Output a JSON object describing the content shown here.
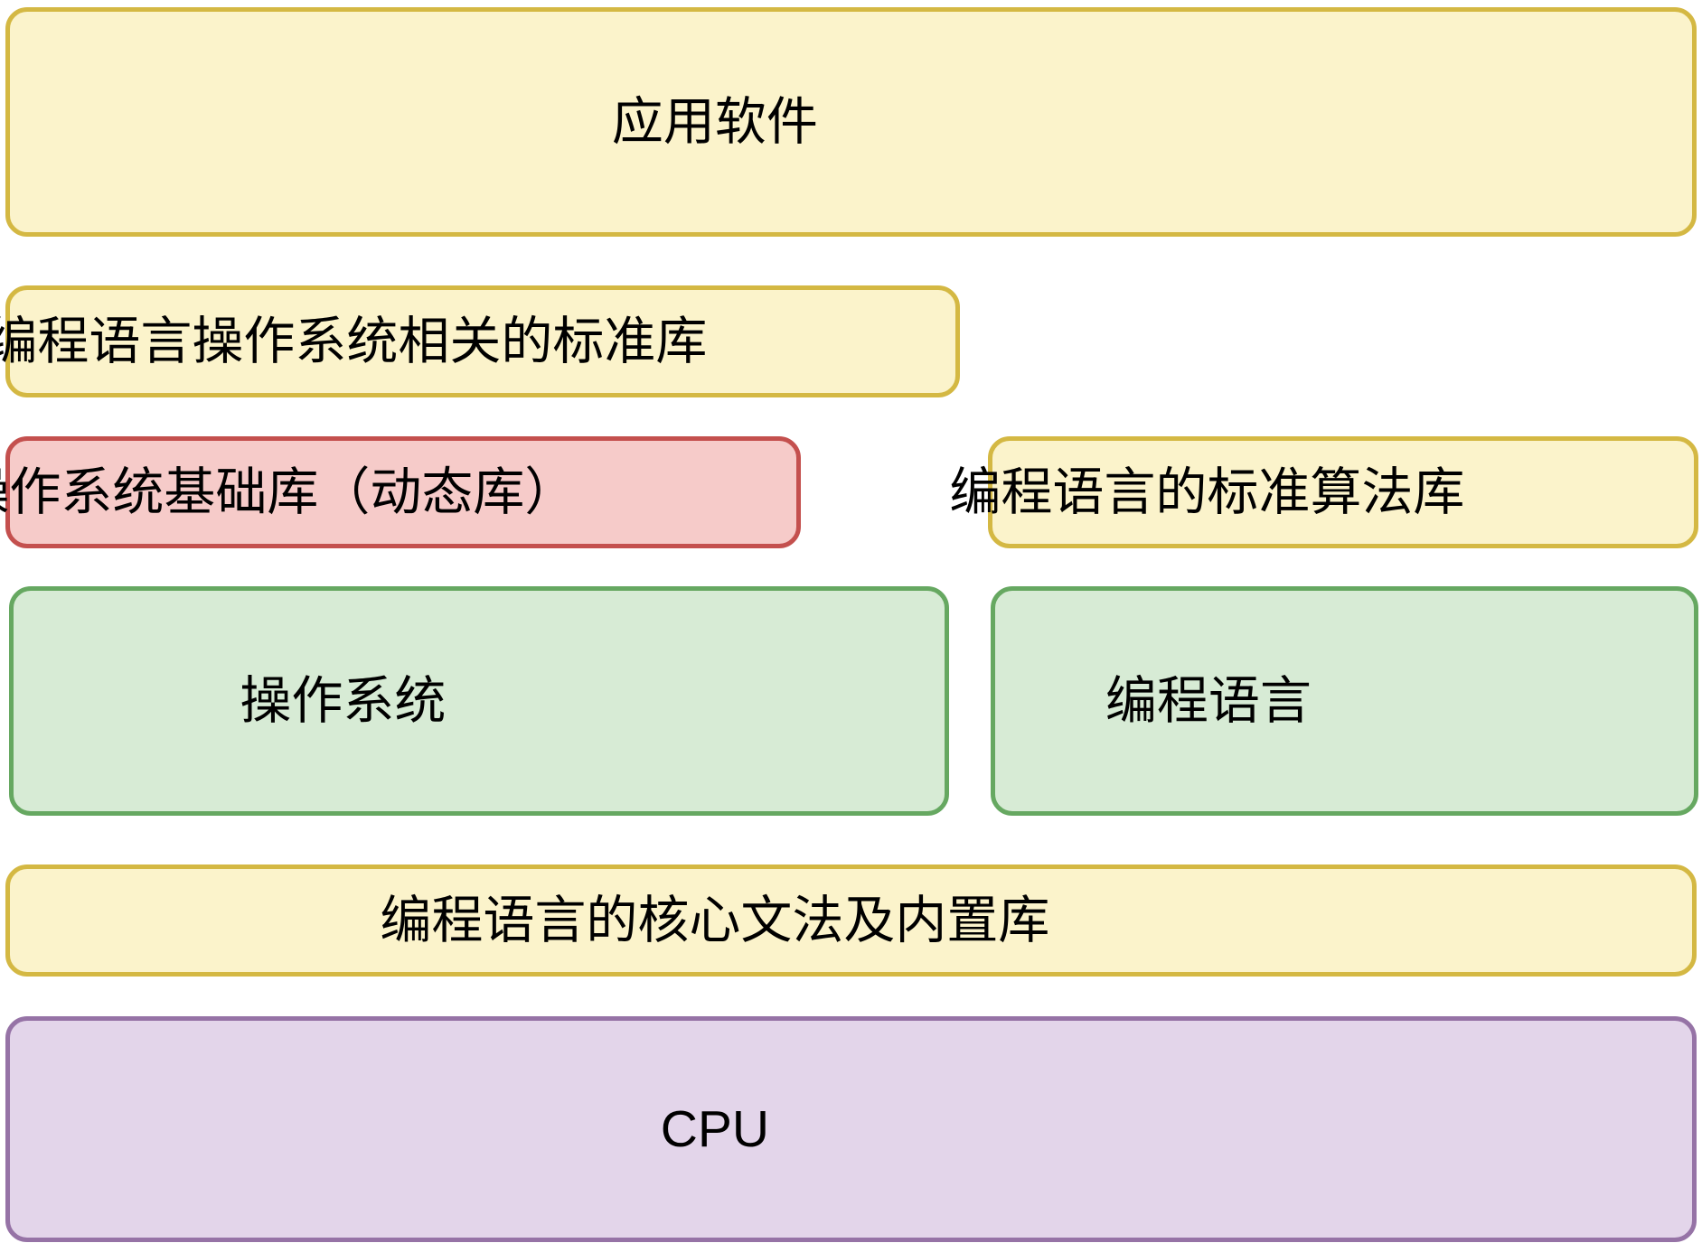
{
  "diagram": {
    "type": "layered-software-stack",
    "background": "#FFFFFF",
    "text_color": "#000000",
    "palette": {
      "yellow_fill": "#FBF3CB",
      "yellow_border": "#D4B843",
      "red_fill": "#F6CBC9",
      "red_border": "#C4504E",
      "green_fill": "#D7EBD5",
      "green_border": "#66A861",
      "purple_fill": "#E3D5EA",
      "purple_border": "#9673A6"
    },
    "boxes": [
      {
        "id": "application-software",
        "label": "应用软件",
        "fill": "#FBF3CB",
        "border": "#D4B843"
      },
      {
        "id": "language-os-standard-library",
        "label": "编程语言操作系统相关的标准库",
        "fill": "#FBF3CB",
        "border": "#D4B843"
      },
      {
        "id": "os-base-library-dynamic",
        "label": "操作系统基础库（动态库）",
        "fill": "#F6CBC9",
        "border": "#C4504E"
      },
      {
        "id": "language-standard-algorithm-library",
        "label": "编程语言的标准算法库",
        "fill": "#FBF3CB",
        "border": "#D4B843"
      },
      {
        "id": "operating-system",
        "label": "操作系统",
        "fill": "#D7EBD5",
        "border": "#66A861"
      },
      {
        "id": "programming-language",
        "label": "编程语言",
        "fill": "#D7EBD5",
        "border": "#66A861"
      },
      {
        "id": "language-core-grammar-builtin-library",
        "label": "编程语言的核心文法及内置库",
        "fill": "#FBF3CB",
        "border": "#D4B843"
      },
      {
        "id": "cpu",
        "label": "CPU",
        "fill": "#E3D5EA",
        "border": "#9673A6"
      }
    ]
  }
}
